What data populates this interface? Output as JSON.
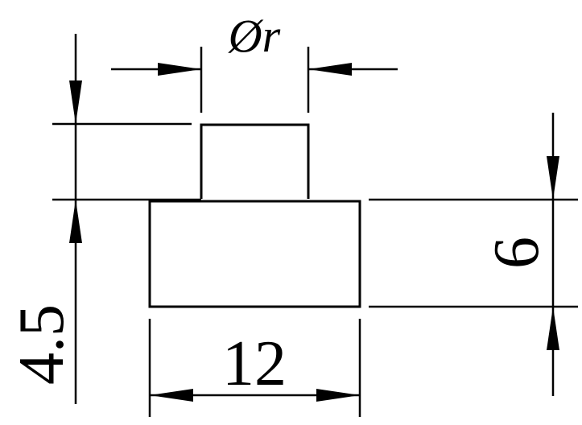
{
  "diagram": {
    "line_color": "#000000",
    "background": "#ffffff",
    "dimensions": {
      "diameter_label": "Ør",
      "width_label": "12",
      "height_label": "6",
      "depth_label": "4.5"
    }
  }
}
